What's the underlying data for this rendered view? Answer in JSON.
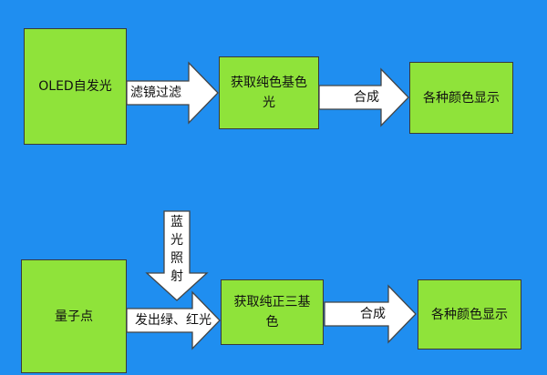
{
  "colors": {
    "background": "#1f8ef0",
    "box_fill": "#8fe33a",
    "box_border": "#3a3a3a",
    "arrow_fill": "#ffffff"
  },
  "top_row": {
    "source": "OLED自发光",
    "arrow1_label": "滤镜过滤",
    "middle": "获取纯色基色光",
    "arrow2_label": "合成",
    "result": "各种颜色显示"
  },
  "bottom_row": {
    "source": "量子点",
    "vertical_arrow_label": "蓝光照射",
    "arrow1_label": "发出绿、红光",
    "middle": "获取纯正三基色",
    "arrow2_label": "合成",
    "result": "各种颜色显示"
  }
}
